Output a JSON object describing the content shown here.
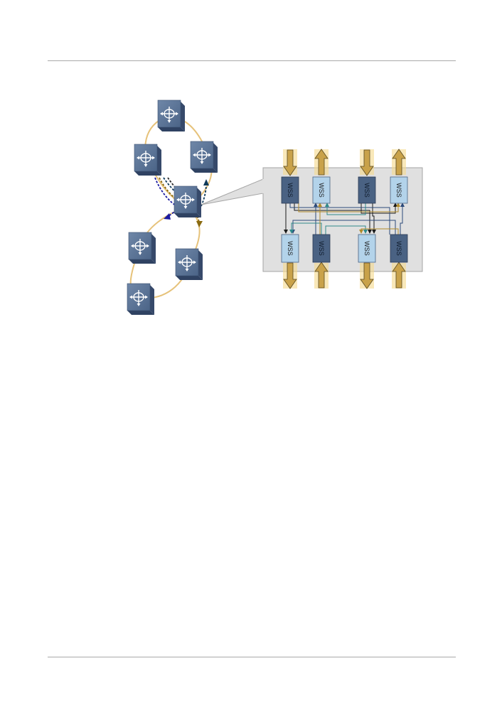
{
  "page": {
    "header_rule": true,
    "footer_rule": true
  },
  "diagram": {
    "nodes": [
      {
        "id": "node-top",
        "icon": "roadm-node-icon"
      },
      {
        "id": "node-upper-left",
        "icon": "roadm-node-icon"
      },
      {
        "id": "node-upper-right",
        "icon": "roadm-node-icon"
      },
      {
        "id": "node-center",
        "icon": "roadm-node-icon"
      },
      {
        "id": "node-lower-left",
        "icon": "roadm-node-icon"
      },
      {
        "id": "node-lower-right",
        "icon": "roadm-node-icon"
      },
      {
        "id": "node-bottom",
        "icon": "roadm-node-icon"
      }
    ],
    "wss_modules": [
      {
        "label": "WSS",
        "shade": "dark"
      },
      {
        "label": "WSS",
        "shade": "light"
      },
      {
        "label": "WSS",
        "shade": "dark"
      },
      {
        "label": "WSS",
        "shade": "light"
      },
      {
        "label": "WSS",
        "shade": "light"
      },
      {
        "label": "WSS",
        "shade": "dark"
      },
      {
        "label": "WSS",
        "shade": "light"
      },
      {
        "label": "WSS",
        "shade": "dark"
      }
    ],
    "colors": {
      "ring": "#e6c27a",
      "node_face": "#5a7396",
      "node_side": "#3d5273",
      "wss_dark": "#4a6283",
      "wss_light": "#b3d3ea",
      "panel": "#e0e0e0",
      "panel_border": "#a5a5a5",
      "port_arrow": "#c9a24a",
      "port_glow": "#f5d98a",
      "fiber_black": "#1a1a1a",
      "fiber_navy": "#2b4a7a",
      "fiber_teal": "#2f8a8a",
      "fiber_gold": "#b08a2a",
      "path_blue": "#1a1aa0",
      "path_navy": "#0f3a5a",
      "path_olive": "#8a6a10"
    }
  }
}
